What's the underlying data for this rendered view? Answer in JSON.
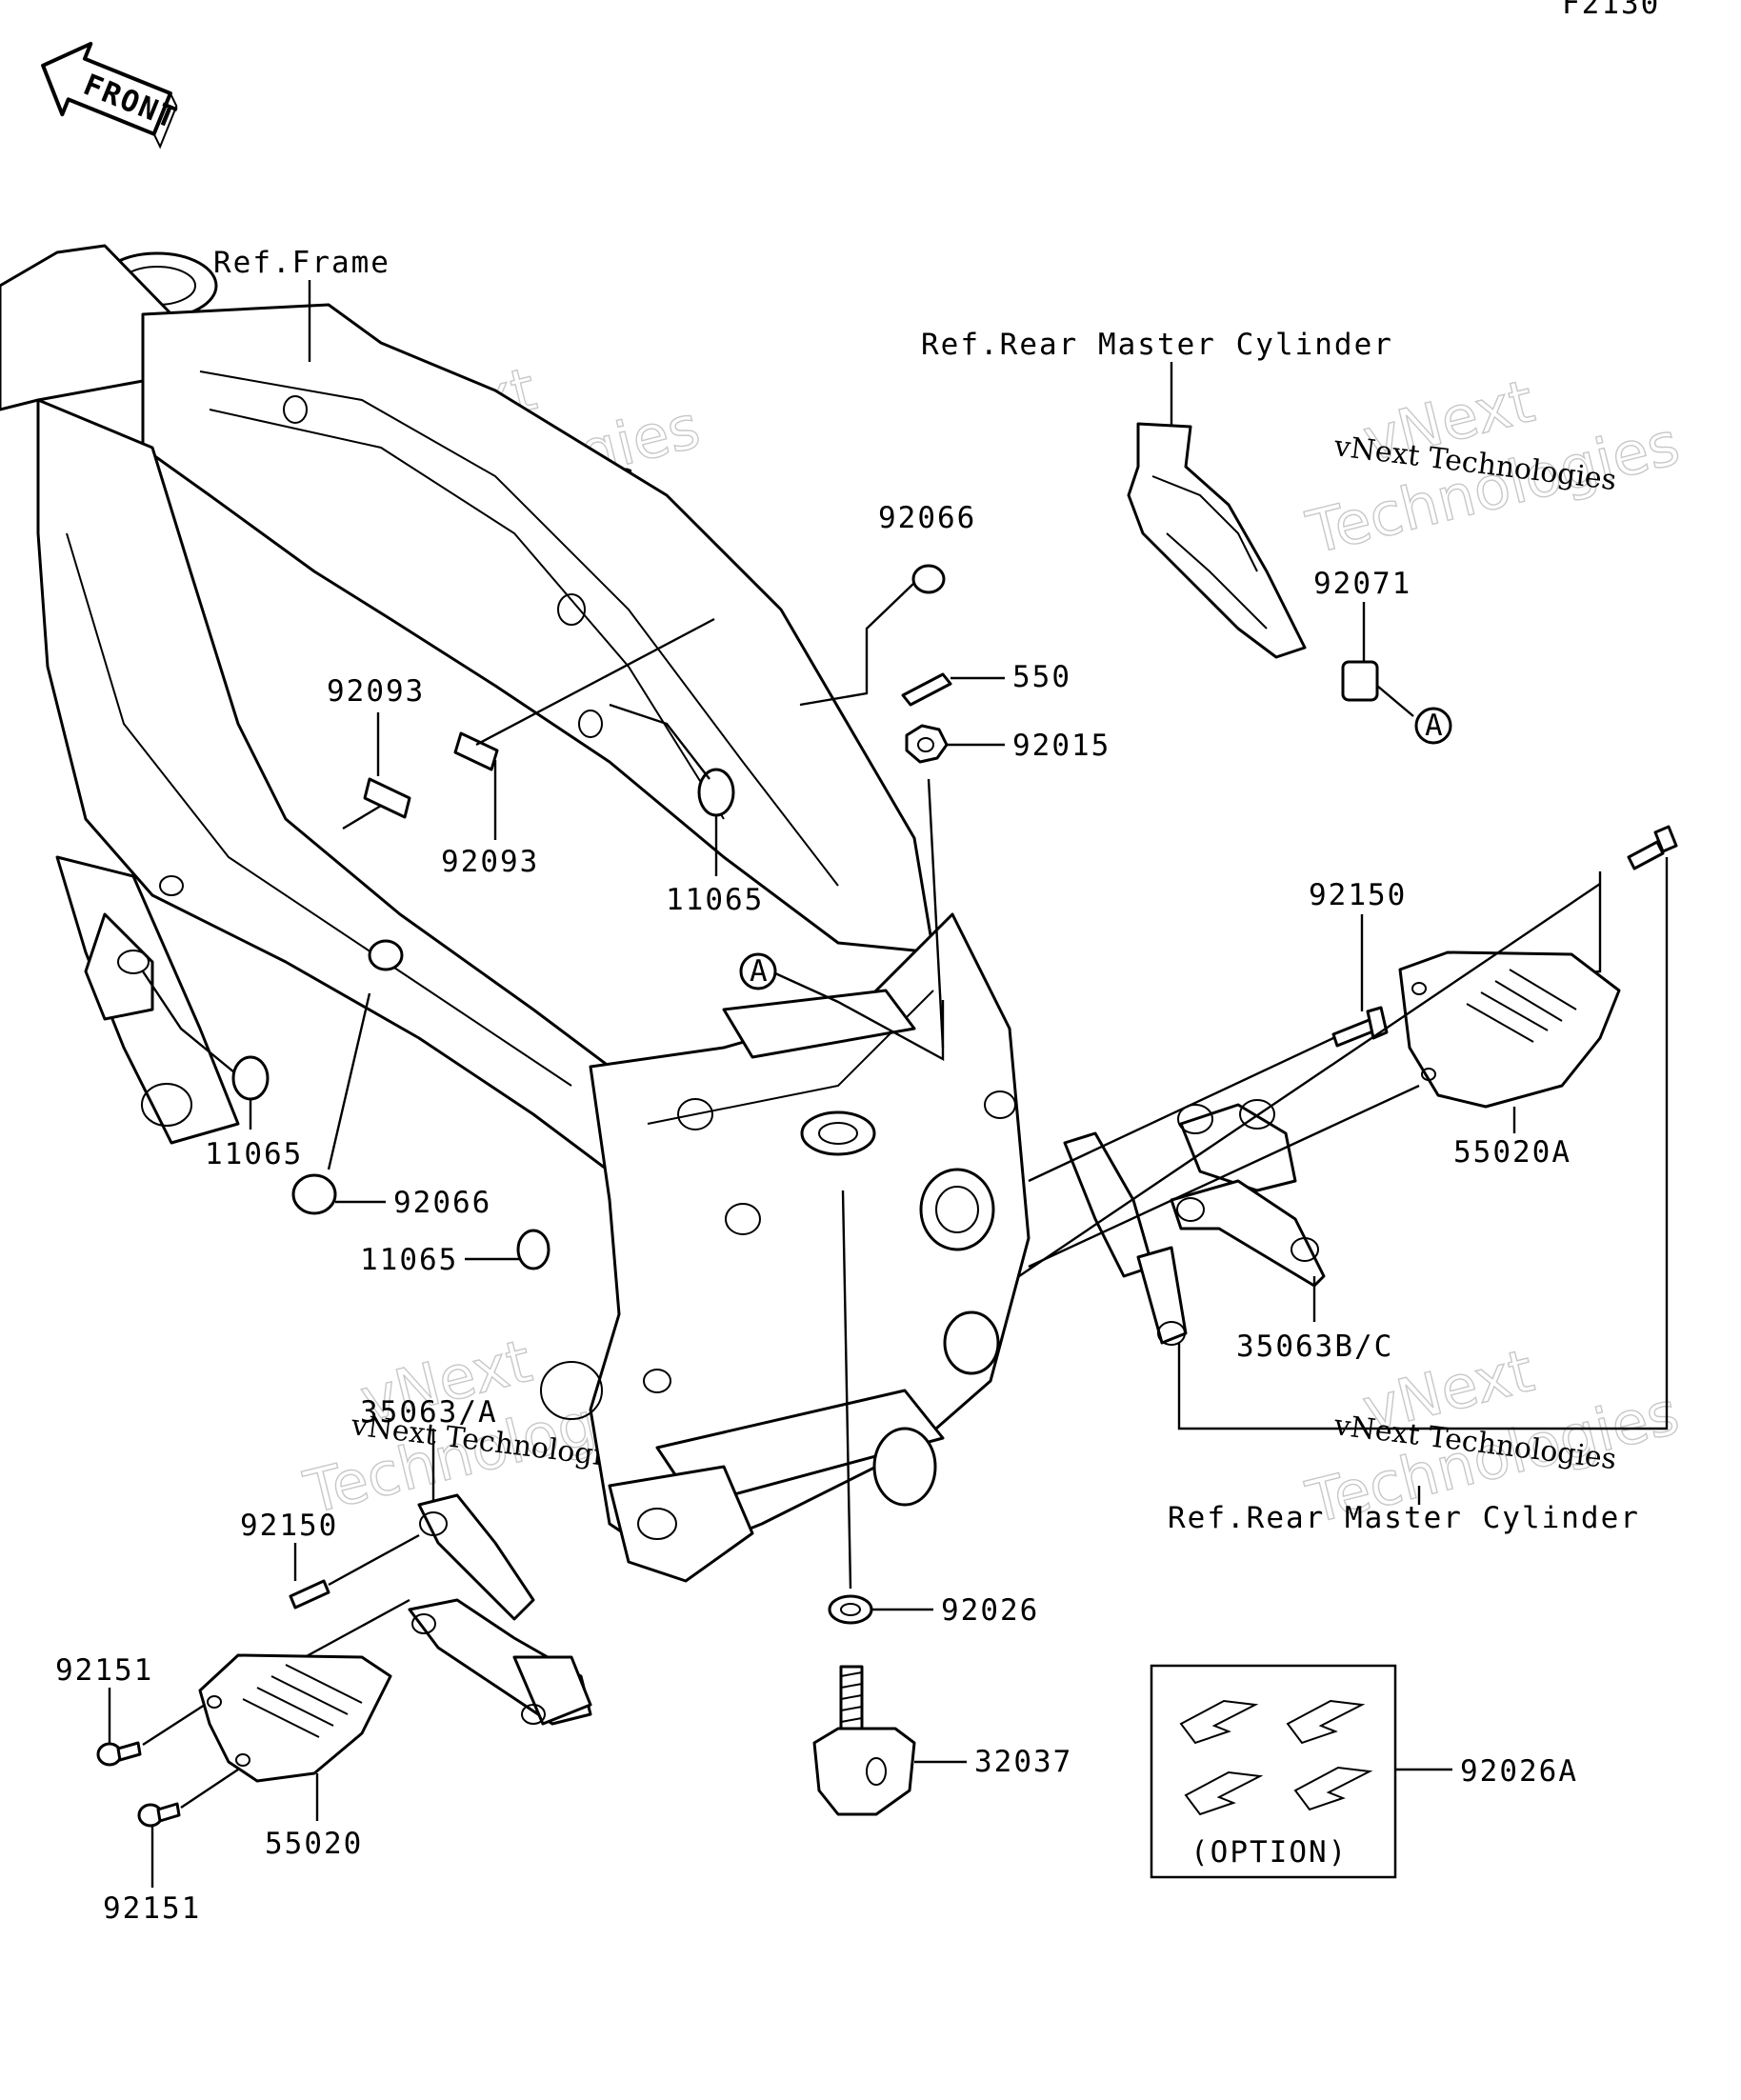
{
  "drawing_code": "F2130",
  "front_indicator": "FRONT",
  "references": {
    "frame": "Ref.Frame",
    "rear_master_cylinder_top": "Ref.Rear Master Cylinder",
    "rear_master_cylinder_bottom": "Ref.Rear Master Cylinder"
  },
  "part_labels": {
    "p92066_top": "92066",
    "p92071": "92071",
    "p550": "550",
    "p92015": "92015",
    "p92093_left": "92093",
    "p92093_right": "92093",
    "p11065_center": "11065",
    "p11065_left": "11065",
    "p92066_bottom": "92066",
    "p11065_lower": "11065",
    "p92150_right": "92150",
    "p55020A": "55020A",
    "p35063BC": "35063B/C",
    "p35063A": "35063/A",
    "p92150_left": "92150",
    "p92151_top": "92151",
    "p92151_bottom": "92151",
    "p55020": "55020",
    "p92026": "92026",
    "p32037": "32037",
    "p92026A": "92026A"
  },
  "callouts": {
    "a_top": "A",
    "a_center": "A"
  },
  "option_box": {
    "caption": "(OPTION)"
  },
  "watermark": {
    "line1": "vNext",
    "line2": "Technologies",
    "small": "vNext Technologies"
  }
}
